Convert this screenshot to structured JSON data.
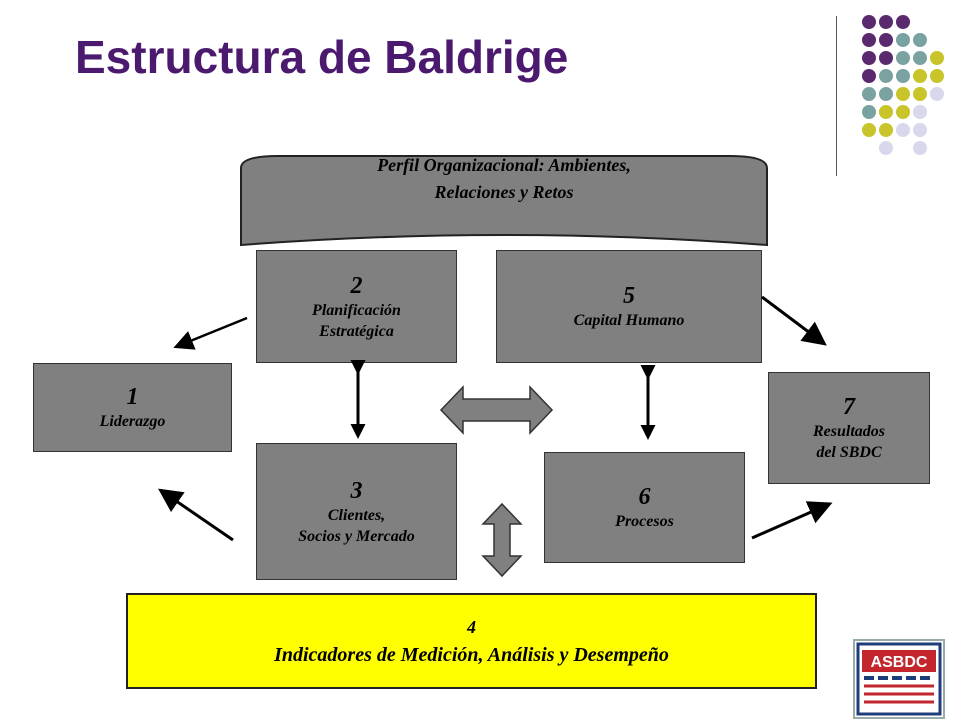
{
  "title": "Estructura de Baldrige",
  "banner": {
    "line1": "Perfil Organizacional: Ambientes,",
    "line2": "Relaciones y Retos"
  },
  "boxes": {
    "b1": {
      "num": "1",
      "label1": "Liderazgo"
    },
    "b2": {
      "num": "2",
      "label1": "Planificación",
      "label2": "Estratégica"
    },
    "b3": {
      "num": "3",
      "label1": "Clientes,",
      "label2": "Socios y Mercado"
    },
    "b4": {
      "num": "4",
      "label1": "Indicadores de Medición, Análisis y Desempeño"
    },
    "b5": {
      "num": "5",
      "label1": "Capital Humano"
    },
    "b6": {
      "num": "6",
      "label1": "Procesos"
    },
    "b7": {
      "num": "7",
      "label1": "Resultados",
      "label2": "del SBDC"
    }
  },
  "logo": {
    "text": "ASBDC"
  },
  "colors": {
    "title": "#4b1a6e",
    "box": "#808080",
    "highlight": "#ffff00",
    "dot_purple": "#5b2a6e",
    "dot_teal": "#7aa2a0",
    "dot_olive": "#c8c42a",
    "dot_lavender": "#d8d8ec"
  }
}
